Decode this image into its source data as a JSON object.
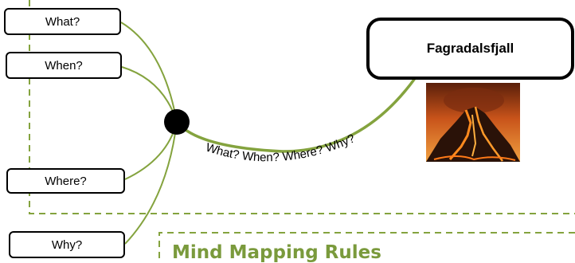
{
  "questions": {
    "what": "What?",
    "when": "When?",
    "where": "Where?",
    "why": "Why?"
  },
  "central_topic": "Fagradalsfjall",
  "branch_label": "What? When? Where? Why?",
  "rules_title": "Mind Mapping Rules",
  "colors": {
    "branch": "#84a33e",
    "dashed_frame": "#84a33e",
    "rules_title": "#7a9a3c",
    "node": "#000000"
  },
  "icons": {
    "central_image": "volcano-eruption-image"
  }
}
